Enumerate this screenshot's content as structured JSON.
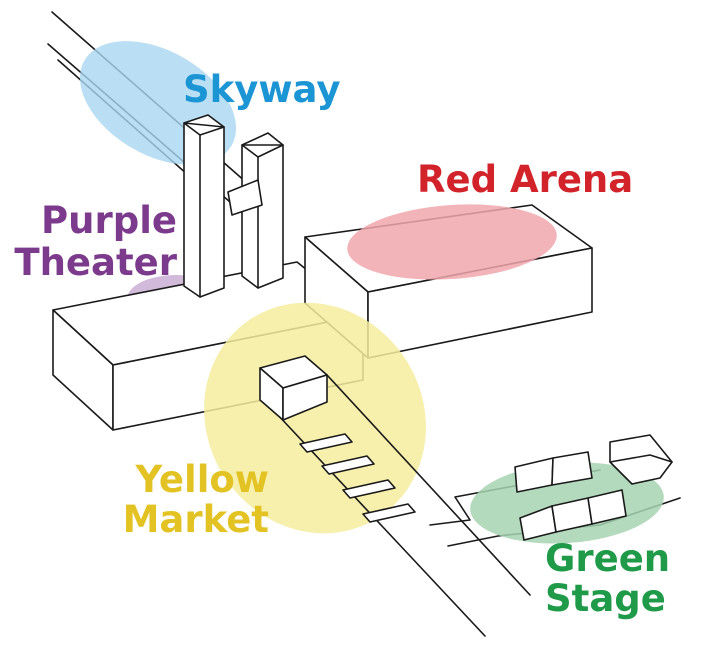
{
  "zones": [
    {
      "id": "skyway",
      "label_lines": [
        "Skyway"
      ],
      "color": "#1b95d4",
      "fill": "#a9d6f0"
    },
    {
      "id": "red-arena",
      "label_lines": [
        "Red Arena"
      ],
      "color": "#d2232a",
      "fill": "#f0a7ab"
    },
    {
      "id": "purple-theater",
      "label_lines": [
        "Purple",
        "Theater"
      ],
      "color": "#7b3a8c",
      "fill": "#c7a9d2"
    },
    {
      "id": "yellow-market",
      "label_lines": [
        "Yellow",
        "Market"
      ],
      "color": "#e3c323",
      "fill": "#f6ec9e"
    },
    {
      "id": "green-stage",
      "label_lines": [
        "Green",
        "Stage"
      ],
      "color": "#1f9a48",
      "fill": "#a6d4b1"
    }
  ]
}
